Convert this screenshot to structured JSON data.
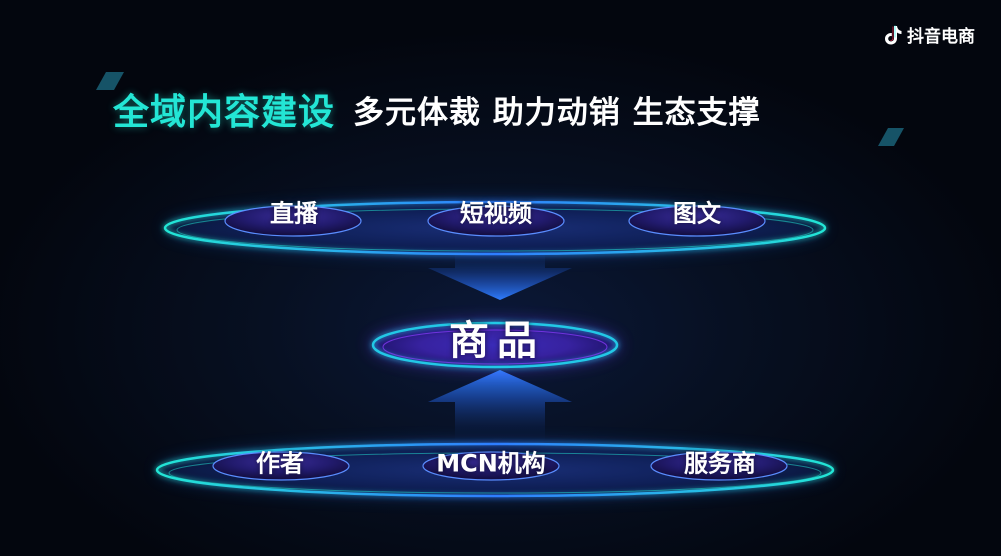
{
  "brand": {
    "name": "抖音电商",
    "icon": "douyin-note-icon"
  },
  "title": {
    "main": "全域内容建设",
    "sub": "多元体裁 助力动销 生态支撑"
  },
  "top_ring": {
    "items": [
      {
        "label": "直播"
      },
      {
        "label": "短视频"
      },
      {
        "label": "图文"
      }
    ]
  },
  "center": {
    "label": "商品"
  },
  "bottom_ring": {
    "items": [
      {
        "label": "作者"
      },
      {
        "label": "MCN机构"
      },
      {
        "label": "服务商"
      }
    ]
  },
  "colors": {
    "accent_cyan": "#23e6d5",
    "ring_blue": "#2f7dff",
    "purple": "#8c3cff",
    "background": "#050814"
  }
}
